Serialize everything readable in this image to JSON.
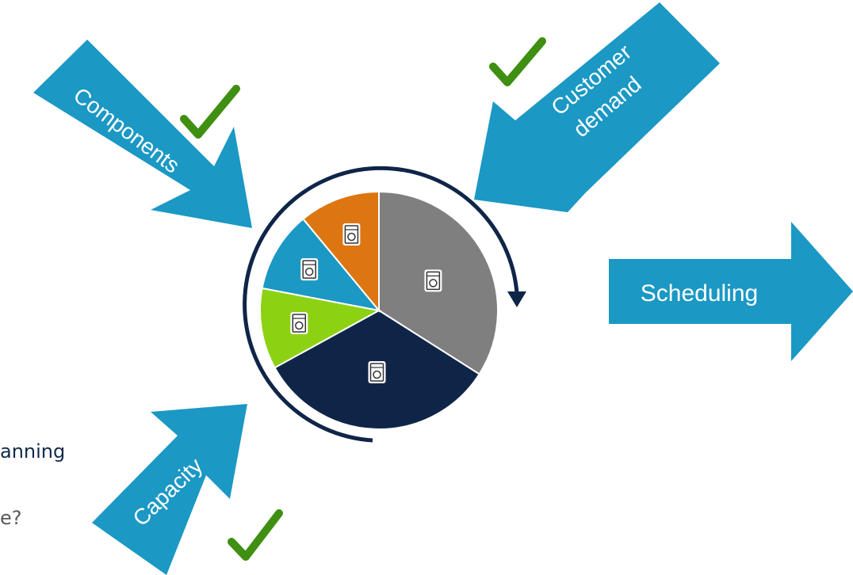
{
  "arrows": {
    "components": {
      "label": "Components",
      "status": "done"
    },
    "customer_demand": {
      "label_line1": "Customer",
      "label_line2": "demand",
      "status": "done"
    },
    "capacity": {
      "label": "Capacity",
      "status": "done"
    },
    "scheduling": {
      "label": "Scheduling"
    }
  },
  "colors": {
    "arrow": "#1b98c4",
    "check": "#3f8f12",
    "navy": "#0f2548",
    "gray": "#7f7f7f",
    "orange": "#dd7611",
    "lime": "#8cd212",
    "blue": "#1b98c4"
  },
  "pie": {
    "icon": "washing-machine-icon",
    "slices": [
      {
        "name": "gray",
        "value": 34,
        "color": "#7f7f7f"
      },
      {
        "name": "navy",
        "value": 33,
        "color": "#0f2548"
      },
      {
        "name": "lime",
        "value": 11,
        "color": "#8cd212"
      },
      {
        "name": "blue",
        "value": 11,
        "color": "#1b98c4"
      },
      {
        "name": "orange",
        "value": 11,
        "color": "#dd7611"
      }
    ]
  },
  "side_text": {
    "heading": "anning",
    "subtext": "e?"
  }
}
